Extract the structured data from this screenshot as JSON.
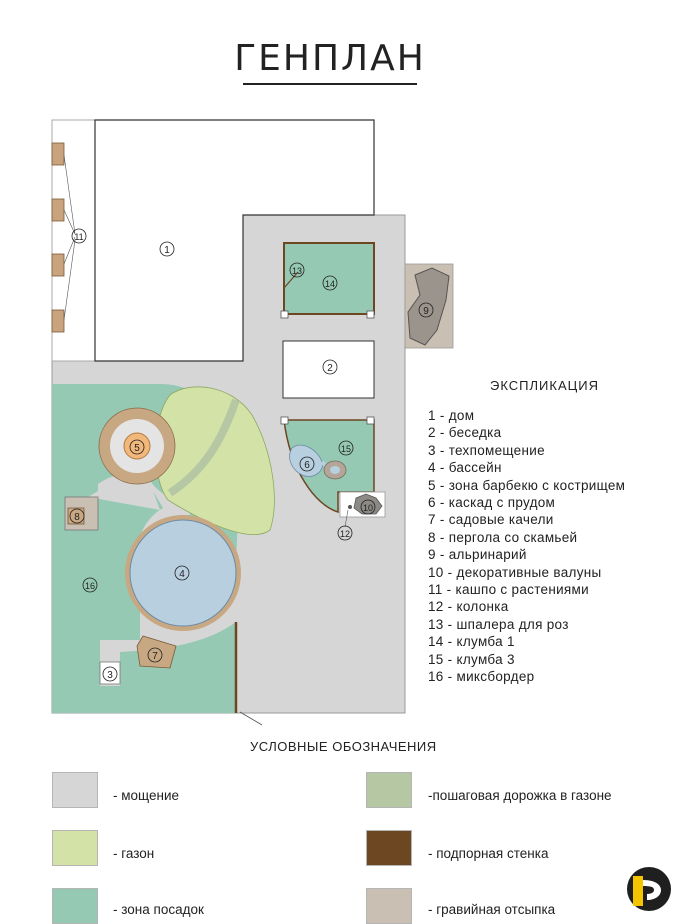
{
  "title": "ГЕНПЛАН",
  "markers": {
    "m1": "1",
    "m2": "2",
    "m3": "3",
    "m4": "4",
    "m5": "5",
    "m6": "6",
    "m7": "7",
    "m8": "8",
    "m9": "9",
    "m10": "10",
    "m11": "11",
    "m12": "12",
    "m13": "13",
    "m14": "14",
    "m15": "15",
    "m16": "16"
  },
  "explication": {
    "title": "ЭКСПЛИКАЦИЯ",
    "items": [
      "1 - дом",
      "2 - беседка",
      "3 - техпомещение",
      "4 - бассейн",
      "5 - зона барбекю с кострищем",
      "6 - каскад с прудом",
      "7 - садовые качели",
      "8 - пергола со скамьей",
      "9 - альринарий",
      "10 - декоративные валуны",
      "11 - кашпо с растениями",
      "12 - колонка",
      "13 - шпалера для роз",
      "14 - клумба 1",
      "15 - клумба 3",
      "16 - миксбордер"
    ]
  },
  "legend": {
    "title": "УСЛОВНЫЕ ОБОЗНАЧЕНИЯ",
    "items": [
      {
        "label": "- мощение",
        "color": "#d6d6d6"
      },
      {
        "label": "- газон",
        "color": "#d3e3a8"
      },
      {
        "label": "- зона посадок",
        "color": "#95c9b4"
      },
      {
        "label": "-пошаговая дорожка в газоне",
        "color": "#b6c7a4"
      },
      {
        "label": "- подпорная стенка",
        "color": "#6d4622"
      },
      {
        "label": "- гравийная отсыпка",
        "color": "#c9bfb2"
      }
    ]
  },
  "colors": {
    "paving": "#d6d6d6",
    "lawn": "#d3e3a8",
    "planting": "#95c9b4",
    "water": "#b8cfe0",
    "wall": "#6d4622",
    "wood": "#c7a882",
    "gravel": "#c9bfb2"
  }
}
